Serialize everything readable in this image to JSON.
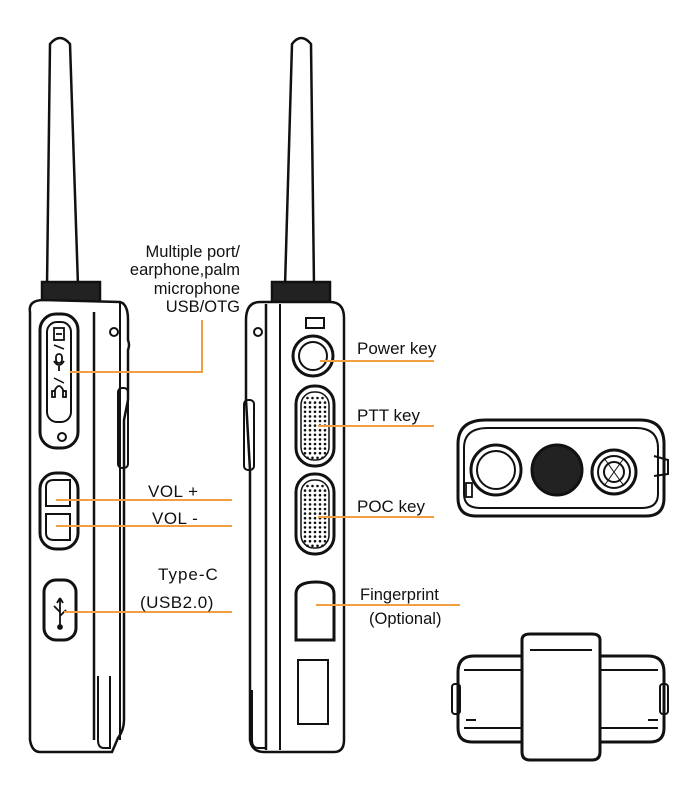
{
  "labels": {
    "multiport": [
      "Multiple port/",
      "earphone,palm",
      "microphone",
      "USB/OTG"
    ],
    "vol_plus": "VOL +",
    "vol_minus": "VOL -",
    "type_c": "Type-C",
    "usb2": "(USB2.0)",
    "power_key": "Power key",
    "ptt_key": "PTT key",
    "poc_key": "POC key",
    "fingerprint": "Fingerprint",
    "optional": "(Optional)"
  },
  "colors": {
    "outline": "#111111",
    "leader_line": "#f0a040",
    "background": "#ffffff"
  },
  "icons": [
    "headset-icon",
    "mic-icon",
    "usb-icon"
  ]
}
